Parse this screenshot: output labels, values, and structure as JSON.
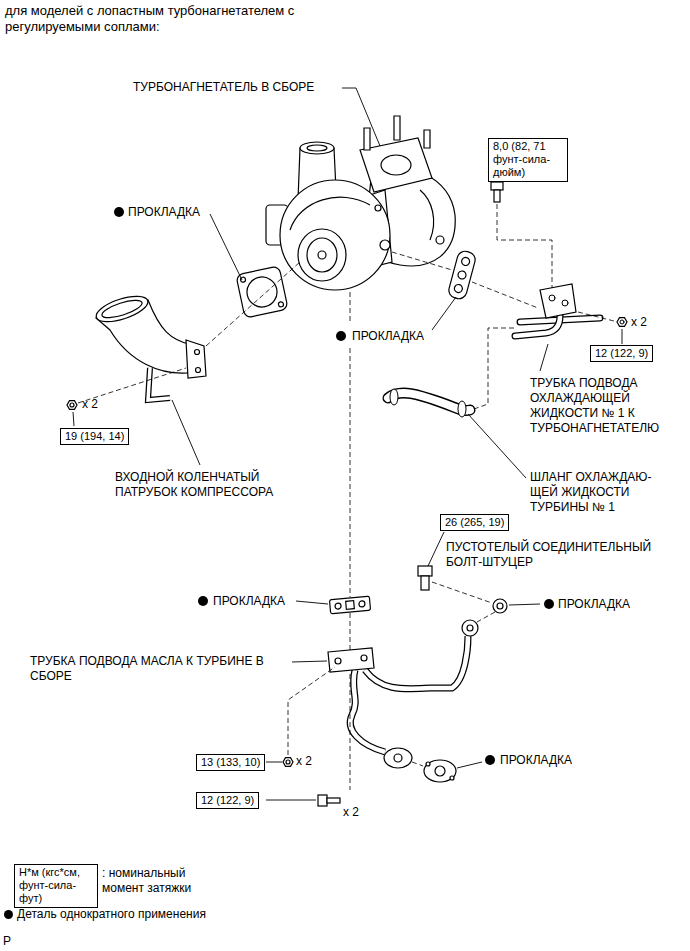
{
  "diagram": {
    "title": "для моделей с лопастным турбонагнетателем с регулируемыми соплами:",
    "nodes": [
      {
        "text": [
          "8,0 (82, 71 фунт-сила-дюйм)"
        ]
      },
      {
        "text": [
          "12 (122, 9)"
        ]
      },
      {
        "text": [
          "19 (194, 14)"
        ]
      },
      {
        "text": [
          "26 (265, 19)"
        ]
      },
      {
        "text": [
          "13 (133, 10)"
        ]
      },
      {
        "text": [
          "12 (122, 9)"
        ]
      },
      {
        "text": [
          "Н*м (кгс*см, фунт-сила-фут)"
        ]
      }
    ],
    "labels": [
      "ТУРБОНАГНЕТАТЕЛЬ В СБОРЕ",
      "ПРОКЛАДКА",
      "x 2",
      "ПРОКЛАДКА",
      "ТРУБКА ПОДВОДА ОХЛАЖДАЮЩЕЙ ЖИДКОСТИ № 1 К ТУРБОНАГНЕТАТЕЛЮ",
      "x 2",
      "ВХОДНОЙ КОЛЕНЧАТЫЙ ПАТРУБОК КОМПРЕССОРА",
      "ШЛАНГ ОХЛАЖДАЮ-ЩЕЙ ЖИДКОСТИ ТУРБИНЫ № 1",
      "ПУСТОТЕЛЫЙ СОЕДИНИТЕЛЬНЫЙ БОЛТ-ШТУЦЕР",
      "ПРОКЛАДКА",
      "ПРОКЛАДКА",
      "ТРУБКА ПОДВОДА МАСЛА К ТУРБИНЕ В СБОРЕ",
      "x 2",
      "ПРОКЛАДКА",
      "x 2",
      ": номинальный момент затяжки",
      "P"
    ],
    "legend": [
      {
        "text": "Деталь однократного применения",
        "color": "#000000"
      }
    ]
  }
}
